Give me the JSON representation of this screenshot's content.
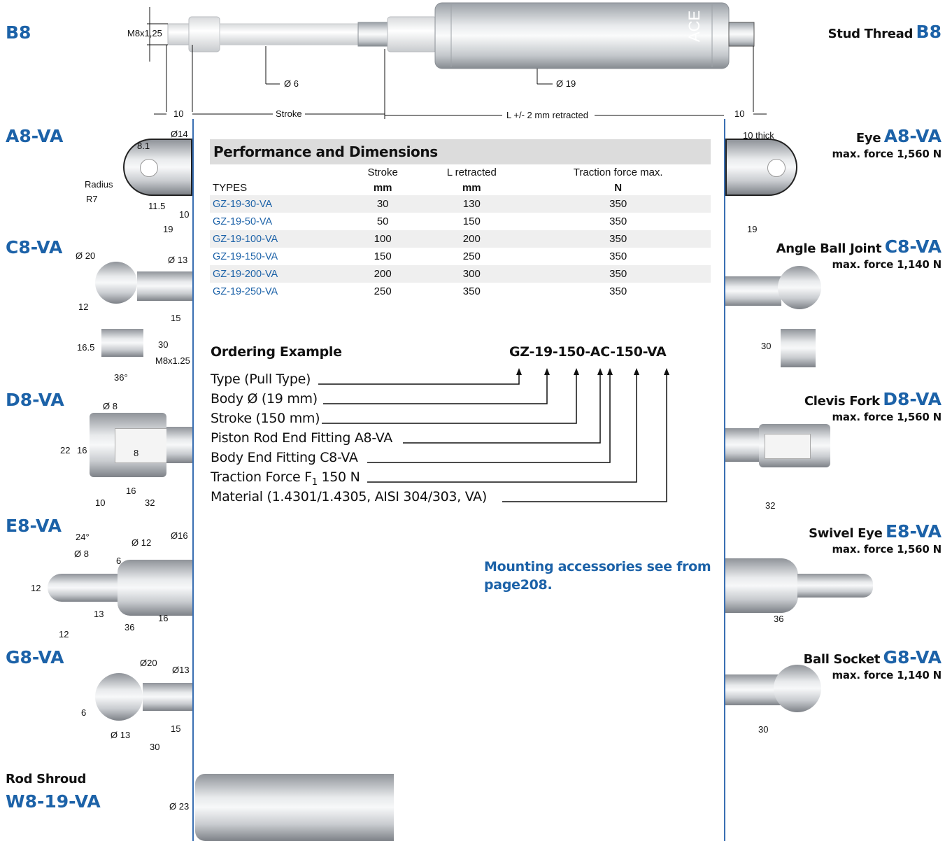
{
  "left_codes": {
    "b8": "B8",
    "a8": "A8-VA",
    "c8": "C8-VA",
    "d8": "D8-VA",
    "e8": "E8-VA",
    "g8": "G8-VA",
    "rod_shroud_label": "Rod Shroud",
    "w8": "W8-19-VA"
  },
  "right_labels": {
    "b8": {
      "name": "Stud Thread",
      "code": "B8"
    },
    "a8": {
      "name": "Eye",
      "code": "A8-VA",
      "force": "max. force 1,560 N"
    },
    "c8": {
      "name": "Angle Ball Joint",
      "code": "C8-VA",
      "force": "max. force 1,140 N"
    },
    "d8": {
      "name": "Clevis Fork",
      "code": "D8-VA",
      "force": "max. force 1,560 N"
    },
    "e8": {
      "name": "Swivel Eye",
      "code": "E8-VA",
      "force": "max. force 1,560 N"
    },
    "g8": {
      "name": "Ball Socket",
      "code": "G8-VA",
      "force": "max. force 1,140 N"
    }
  },
  "top_dims": {
    "thread": "M8x1,25",
    "rod_d": "Ø 6",
    "body_d": "Ø 19",
    "left10": "10",
    "stroke": "Stroke",
    "lret": "L +/- 2 mm retracted",
    "right10": "10"
  },
  "fitting_dims": {
    "a8_d14": "Ø14",
    "a8_81": "8.1",
    "a8_radius": "Radius",
    "a8_r7": "R7",
    "a8_115": "11.5",
    "a8_10": "10",
    "a8_19": "19",
    "a8_thick": "10 thick",
    "a8_r19": "19",
    "c8_d20": "Ø 20",
    "c8_d13": "Ø 13",
    "c8_12": "12",
    "c8_15": "15",
    "c8_30": "30",
    "c8_165": "16.5",
    "c8_m8": "M8x1.25",
    "c8_36": "36°",
    "c8_r30": "30",
    "d8_d8": "Ø 8",
    "d8_22": "22",
    "d8_16": "16",
    "d8_8": "8",
    "d8_16b": "16",
    "d8_10": "10",
    "d8_32": "32",
    "d8_r32": "32",
    "e8_24": "24°",
    "e8_d8": "Ø 8",
    "e8_d12": "Ø 12",
    "e8_d16": "Ø16",
    "e8_6": "6",
    "e8_12": "12",
    "e8_13": "13",
    "e8_16": "16",
    "e8_36": "36",
    "e8_12b": "12",
    "e8_r36": "36",
    "g8_d20": "Ø20",
    "g8_d13": "Ø13",
    "g8_6": "6",
    "g8_d13b": "Ø 13",
    "g8_15": "15",
    "g8_30": "30",
    "g8_r30": "30",
    "w8_d23": "Ø 23",
    "logo": "ACE"
  },
  "performance": {
    "title": "Performance and Dimensions",
    "col_stroke": "Stroke",
    "col_lret": "L retracted",
    "col_force": "Traction force max.",
    "types_label": "TYPES",
    "unit_stroke": "mm",
    "unit_lret": "mm",
    "unit_force": "N",
    "rows": [
      {
        "type": "GZ-19-30-VA",
        "stroke": "30",
        "lret": "130",
        "force": "350"
      },
      {
        "type": "GZ-19-50-VA",
        "stroke": "50",
        "lret": "150",
        "force": "350"
      },
      {
        "type": "GZ-19-100-VA",
        "stroke": "100",
        "lret": "200",
        "force": "350"
      },
      {
        "type": "GZ-19-150-VA",
        "stroke": "150",
        "lret": "250",
        "force": "350"
      },
      {
        "type": "GZ-19-200-VA",
        "stroke": "200",
        "lret": "300",
        "force": "350"
      },
      {
        "type": "GZ-19-250-VA",
        "stroke": "250",
        "lret": "350",
        "force": "350"
      }
    ]
  },
  "ordering": {
    "title": "Ordering Example",
    "code": "GZ-19-150-AC-150-VA",
    "lines": [
      "Type (Pull Type)",
      "Body Ø (19 mm)",
      "Stroke (150 mm)",
      "Piston Rod End Fitting A8-VA",
      "Body End Fitting C8-VA",
      "Material (1.4301/1.4305, AISI 304/303, VA)"
    ],
    "traction_prefix": "Traction Force F",
    "traction_sub": "1",
    "traction_suffix": " 150 N"
  },
  "note": {
    "line1": "Mounting accessories see from",
    "line2": "page208."
  },
  "colors": {
    "accent": "#1c62a8",
    "divider": "#3a6fb2",
    "table_header": "#dcdcdc",
    "row_shade": "#efefef"
  }
}
